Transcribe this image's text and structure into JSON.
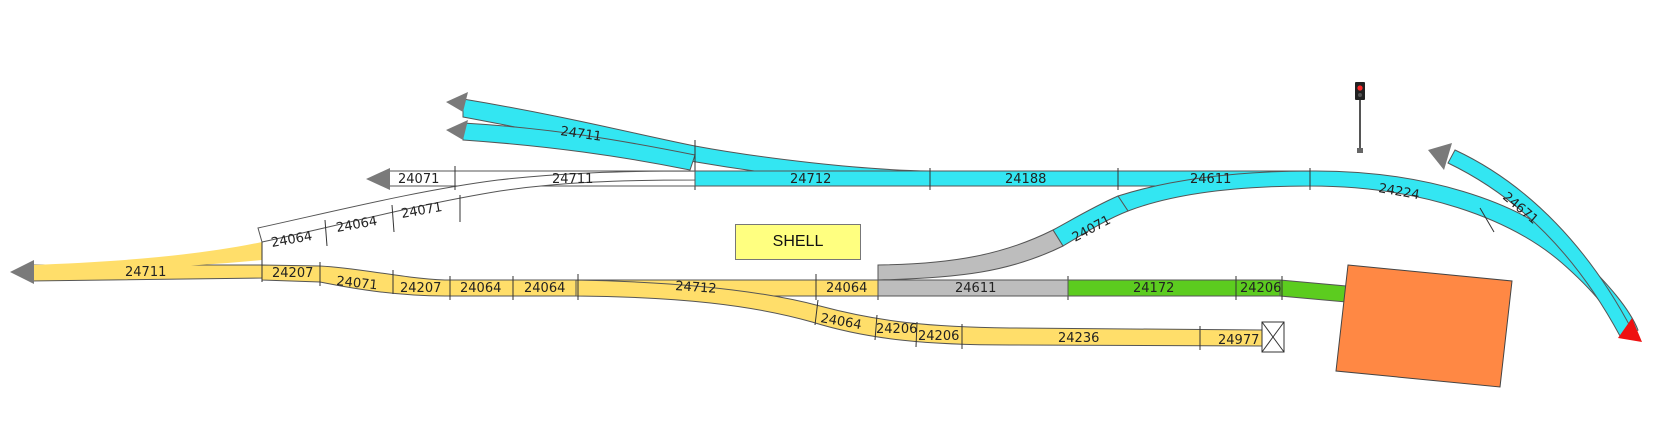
{
  "colors": {
    "cyan": "#33e6f2",
    "yellow": "#ffde6a",
    "gray": "#bdbdbd",
    "green": "#5ccc1f",
    "white": "#ffffff",
    "orange": "#ff8844",
    "arrow_gray": "#7a7a7a",
    "arrow_red": "#ee1111"
  },
  "label_box": "SHELL",
  "segment_labels": {
    "cyan_top_curve": "24711",
    "cyan_mid1": "24712",
    "cyan_mid2": "24188",
    "cyan_mid3": "24611",
    "cyan_right": "24224",
    "cyan_diag": "24071",
    "cyan_far_right": "24671",
    "white_left": "24071",
    "white_mid": "24711",
    "white_diag1": "24064",
    "white_diag2": "24064",
    "white_diag3": "24071",
    "yellow_left": "24711",
    "yellow_a": "24207",
    "yellow_b": "24071",
    "yellow_c": "24207",
    "yellow_d": "24064",
    "yellow_e": "24064",
    "yellow_f": "24712",
    "yellow_g": "24064",
    "gray_a": "24611",
    "green_a": "24172",
    "green_b": "24206",
    "ylow_a": "24064",
    "ylow_b": "24206",
    "ylow_c": "24206",
    "ylow_d": "24236",
    "ylow_e": "24977"
  }
}
